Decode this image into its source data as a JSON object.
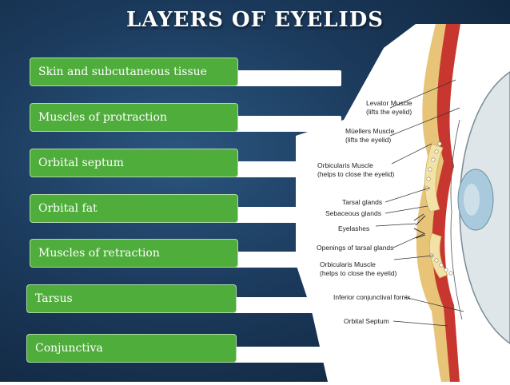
{
  "title": "LAYERS OF EYELIDS",
  "colors": {
    "accent": "#4fad3b",
    "background": "#1b3a5c",
    "text": "#ffffff"
  },
  "layers": [
    {
      "label": "Skin and subcutaneous tissue"
    },
    {
      "label": "Muscles of protraction"
    },
    {
      "label": "Orbital septum"
    },
    {
      "label": "Orbital fat"
    },
    {
      "label": "Muscles of retraction"
    },
    {
      "label": "Tarsus"
    },
    {
      "label": "Conjunctiva"
    }
  ],
  "diagram": {
    "labels": [
      {
        "line1": "Levator Muscle",
        "line2": "(lifts the eyelid)"
      },
      {
        "line1": "Müellers Muscle",
        "line2": "(lifts the eyelid)"
      },
      {
        "line1": "Orbicularis Muscle",
        "line2": "(helps to close the eyelid)"
      },
      {
        "line1": "Tarsal glands",
        "line2": ""
      },
      {
        "line1": "Sebaceous glands",
        "line2": ""
      },
      {
        "line1": "Eyelashes",
        "line2": ""
      },
      {
        "line1": "Openings of tarsal glands",
        "line2": ""
      },
      {
        "line1": "Orbicularis Muscle",
        "line2": "(helps to close the eyelid)"
      },
      {
        "line1": "Inferior conjunctival fornix",
        "line2": ""
      },
      {
        "line1": "Orbital Septum",
        "line2": ""
      }
    ]
  }
}
